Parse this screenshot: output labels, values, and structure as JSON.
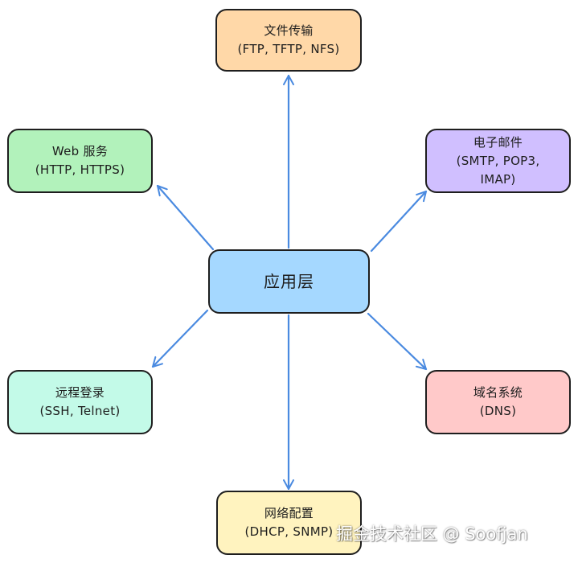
{
  "colors": {
    "edge": "#4a8ae0",
    "stroke": "#1e1e1e",
    "center_fill": "#a5d8ff",
    "file_fill": "#ffd8a8",
    "web_fill": "#b2f2bb",
    "mail_fill": "#d0bfff",
    "remote_fill": "#c3fae8",
    "dns_fill": "#ffc9c9",
    "network_fill": "#fff3bf"
  },
  "center": {
    "label": "应用层"
  },
  "nodes": {
    "file_transfer": {
      "title": "文件传输",
      "protocols": "(FTP, TFTP, NFS)"
    },
    "web_service": {
      "title": "Web 服务",
      "protocols": "(HTTP, HTTPS)"
    },
    "email": {
      "title": "电子邮件",
      "protocols_line1": "(SMTP, POP3,",
      "protocols_line2": "IMAP)"
    },
    "remote_login": {
      "title": "远程登录",
      "protocols": "(SSH, Telnet)"
    },
    "dns": {
      "title": "域名系统",
      "protocols": "(DNS)"
    },
    "network_config": {
      "title": "网络配置",
      "protocols": "(DHCP, SNMP)"
    }
  },
  "edges": [
    {
      "from": "center",
      "to": "file_transfer"
    },
    {
      "from": "center",
      "to": "web_service"
    },
    {
      "from": "center",
      "to": "email"
    },
    {
      "from": "center",
      "to": "remote_login"
    },
    {
      "from": "center",
      "to": "dns"
    },
    {
      "from": "center",
      "to": "network_config"
    }
  ],
  "watermark": "掘金技术社区 @ Soofjan"
}
